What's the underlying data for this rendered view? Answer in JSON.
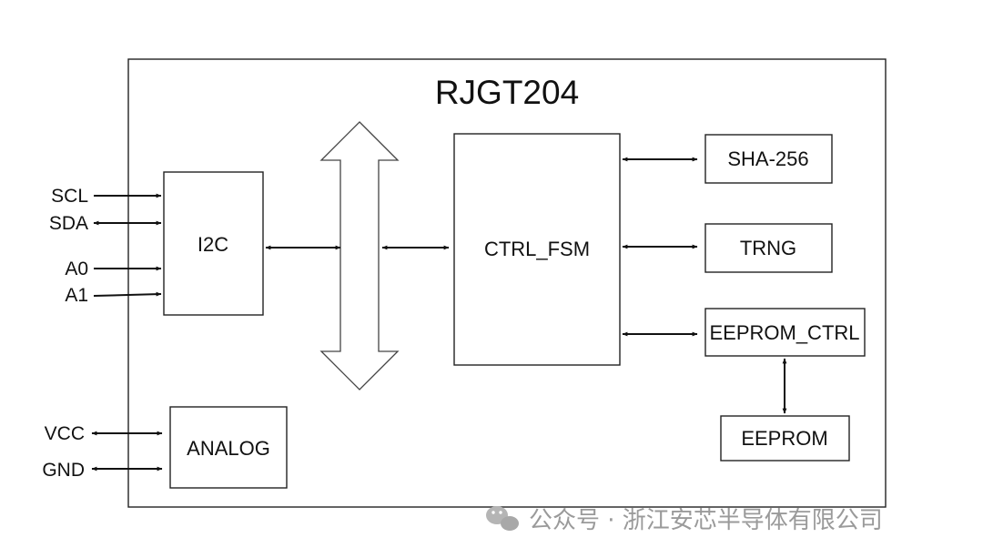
{
  "title": "RJGT204",
  "blocks": {
    "i2c": "I2C",
    "ctrl_fsm": "CTRL_FSM",
    "sha256": "SHA-256",
    "trng": "TRNG",
    "eeprom_ctrl": "EEPROM_CTRL",
    "eeprom": "EEPROM",
    "analog": "ANALOG"
  },
  "pins": {
    "scl": "SCL",
    "sda": "SDA",
    "a0": "A0",
    "a1": "A1",
    "vcc": "VCC",
    "gnd": "GND"
  },
  "watermark": "公众号 · 浙江安芯半导体有限公司"
}
